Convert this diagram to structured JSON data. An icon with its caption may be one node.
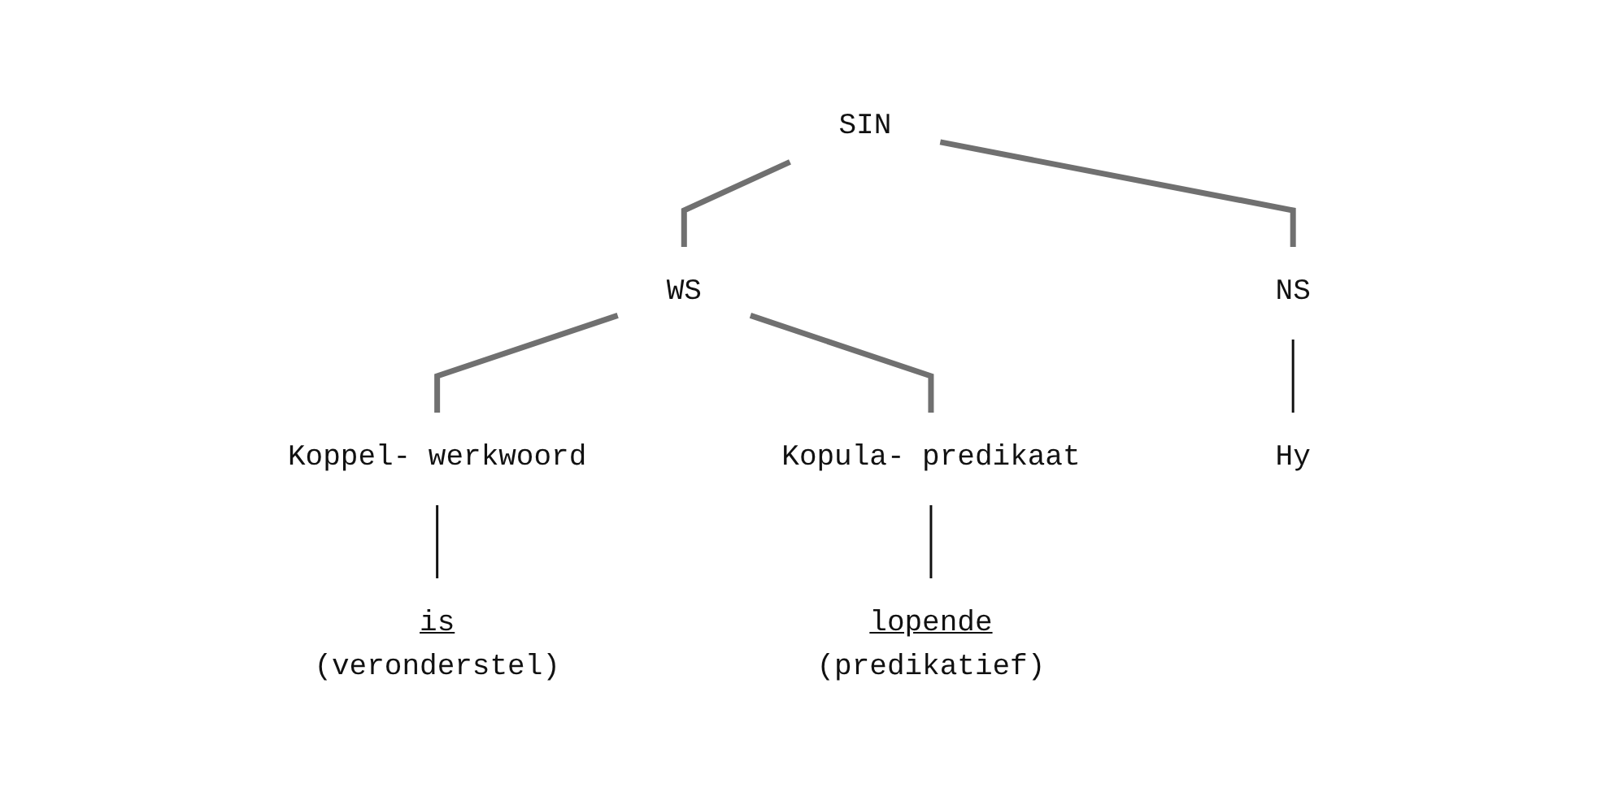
{
  "diagram": {
    "nodes": [
      {
        "text": [
          "SIN"
        ]
      },
      {
        "text": [
          "NS"
        ]
      },
      {
        "text": [
          "WS"
        ]
      },
      {
        "text": [
          "Koppel- werkwoord"
        ]
      },
      {
        "text": [
          "Kopula- predikaat"
        ]
      },
      {
        "text": [
          "Hy"
        ]
      },
      {
        "text": [
          "is",
          "(veronderstel)"
        ]
      },
      {
        "text": [
          "lopende",
          "(predikatief)"
        ]
      }
    ],
    "edges": [
      {
        "from": 0,
        "to": 1,
        "arrow": "none"
      },
      {
        "from": 0,
        "to": 2,
        "arrow": "none"
      },
      {
        "from": 2,
        "to": 3,
        "arrow": "none"
      },
      {
        "from": 2,
        "to": 4,
        "arrow": "none"
      },
      {
        "from": 1,
        "to": 5,
        "arrow": "none",
        "color": "#111111"
      },
      {
        "from": 3,
        "to": 6,
        "arrow": "none",
        "color": "#111111"
      },
      {
        "from": 4,
        "to": 7,
        "arrow": "none",
        "color": "#111111"
      }
    ]
  }
}
